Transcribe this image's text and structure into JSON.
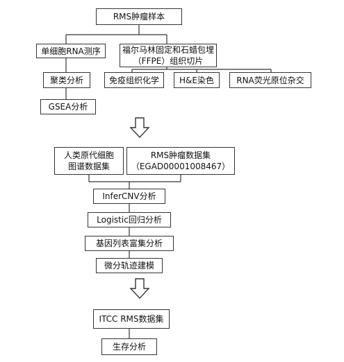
{
  "nodes": {
    "rms_samples": "RMS肿瘤样本",
    "scrna_seq": "单细胞RNA测序",
    "ffpe": "福尔马林固定和石蜡包埋\n（FFPE）组织切片",
    "cluster": "聚类分析",
    "ihc": "免疫组织化学",
    "he": "H&E染色",
    "rna_fish": "RNA荧光原位杂交",
    "gsea": "GSEA分析",
    "hca": "人类原代细胞\n图谱数据集",
    "rms_dataset": "RMS肿瘤数据集\n（EGAD00001008467）",
    "infercnv": "InferCNV分析",
    "logistic": "Logistic回归分析",
    "gene_enrich": "基因列表富集分析",
    "trajectory": "微分轨迹建模",
    "itcc": "ITCC RMS数据集",
    "survival": "生存分析"
  }
}
